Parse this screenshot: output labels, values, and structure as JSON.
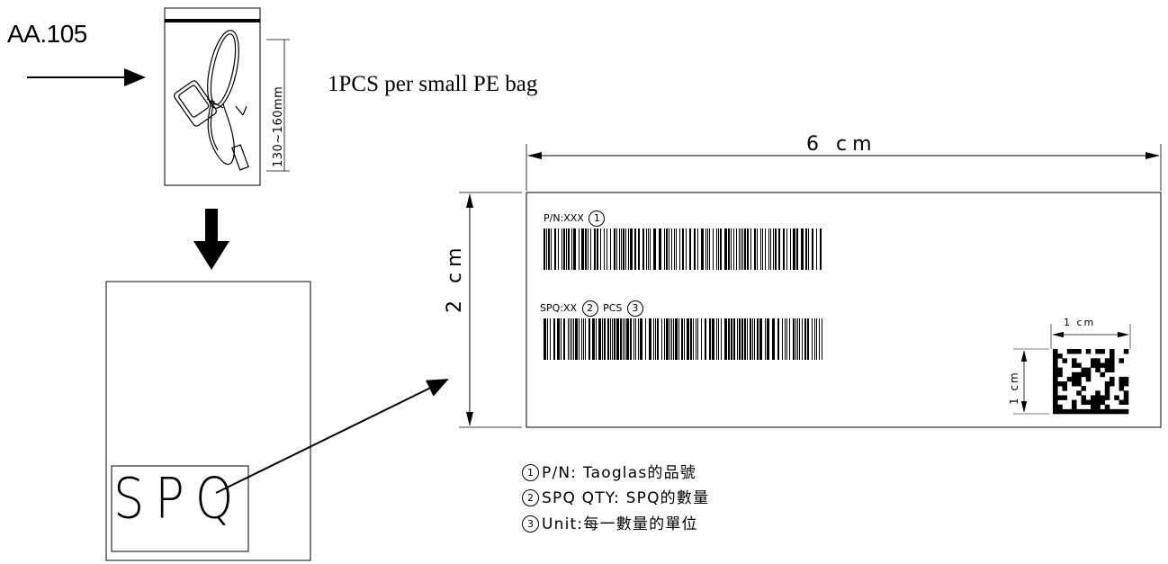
{
  "part_number": "AA.105",
  "bag_dimension": "130~160mm",
  "caption": "1PCS per small PE bag",
  "label_width": "6 cm",
  "label_height": "2 cm",
  "qr_width": "1 cm",
  "qr_height": "1 cm",
  "label_fields": {
    "pn_text": "P/N:XXX",
    "pn_marker": "1",
    "spq_text": "SPQ:XX",
    "spq_marker": "2",
    "pcs_text": "PCS",
    "pcs_marker": "3"
  },
  "spq_box_text": "SPQ",
  "notes": [
    {
      "marker": "1",
      "text": "P/N: Taoglas的品號"
    },
    {
      "marker": "2",
      "text": "SPQ QTY: SPQ的數量"
    },
    {
      "marker": "3",
      "text": "Unit:每一數量的單位"
    }
  ]
}
